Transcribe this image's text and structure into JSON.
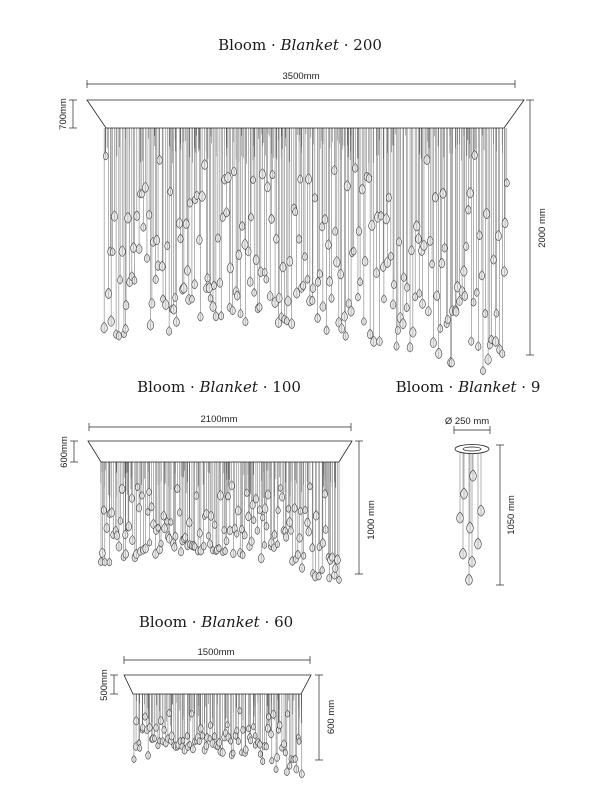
{
  "products": [
    {
      "key": "b200",
      "title": {
        "brand": "Bloom",
        "sep1": "·",
        "family": "Blanket",
        "sep2": "·",
        "model": "200"
      },
      "dims": {
        "width": "3500mm",
        "canopy_height": "700mm",
        "total_height": "2000 mm"
      }
    },
    {
      "key": "b100",
      "title": {
        "brand": "Bloom",
        "sep1": "·",
        "family": "Blanket",
        "sep2": "·",
        "model": "100"
      },
      "dims": {
        "width": "2100mm",
        "canopy_height": "600mm",
        "total_height": "1000 mm"
      }
    },
    {
      "key": "b9",
      "title": {
        "brand": "Bloom",
        "sep1": "·",
        "family": "Blanket",
        "sep2": "·",
        "model": "9"
      },
      "dims": {
        "diameter": "Ø 250 mm",
        "total_height": "1050 mm"
      }
    },
    {
      "key": "b60",
      "title": {
        "brand": "Bloom",
        "sep1": "·",
        "family": "Blanket",
        "sep2": "·",
        "model": "60"
      },
      "dims": {
        "width": "1500mm",
        "canopy_height": "500mm",
        "total_height": "600 mm"
      }
    }
  ]
}
